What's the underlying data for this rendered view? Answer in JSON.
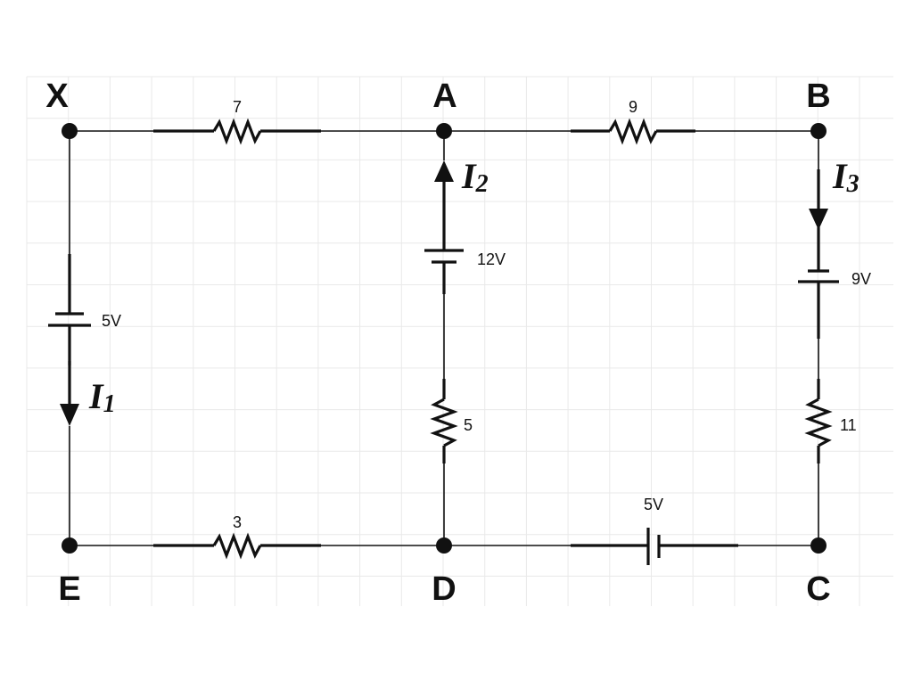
{
  "nodes": {
    "X": "X",
    "A": "A",
    "B": "B",
    "C": "C",
    "D": "D",
    "E": "E"
  },
  "resistors": {
    "xa": "7",
    "ab": "9",
    "ad": "5",
    "bc": "11",
    "ed": "3"
  },
  "batteries": {
    "xe": "5V",
    "ad": "12V",
    "bc": "9V",
    "dc": "5V"
  },
  "currents": {
    "i1": {
      "letter": "I",
      "sub": "1"
    },
    "i2": {
      "letter": "I",
      "sub": "2"
    },
    "i3": {
      "letter": "I",
      "sub": "3"
    }
  }
}
